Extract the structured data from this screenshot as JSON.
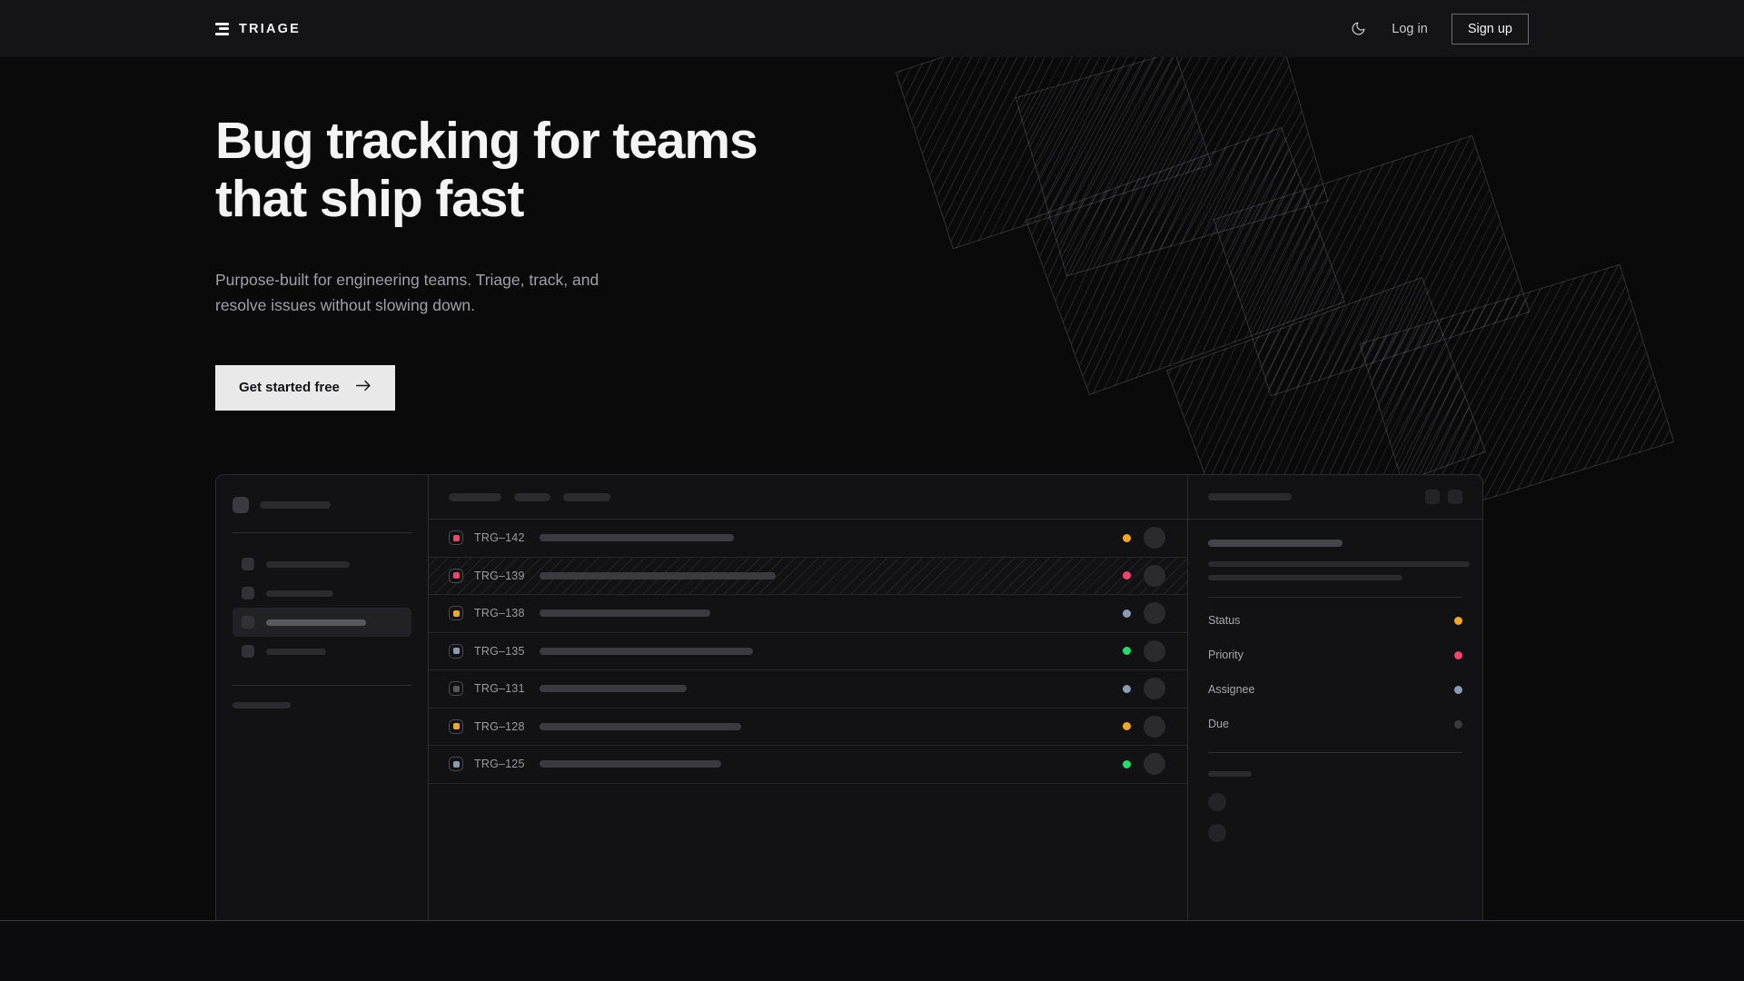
{
  "brand": {
    "name": "TRIAGE",
    "mark_icon": "stacked-bars-logo-icon"
  },
  "nav": {
    "theme_toggle_icon": "moon-icon",
    "login_label": "Log in",
    "signup_label": "Sign up"
  },
  "hero": {
    "headline_line1": "Bug tracking for teams",
    "headline_line2": "that ship fast",
    "subtext": "Purpose-built for engineering teams. Triage, track, and resolve issues without slowing down.",
    "cta_label": "Get started free",
    "cta_arrow_icon": "arrow-right-icon"
  },
  "colors": {
    "page_bg": "#0a0a0b",
    "topbar_bg": "#141416",
    "panel_bg": "#121214",
    "border": "#2d2d31",
    "text_primary": "#f4f4f5",
    "text_muted": "#a0a0a6",
    "accent_amber": "#f5a623",
    "accent_pink": "#f0436e",
    "accent_slate": "#8b9bb4",
    "accent_green": "#22dd6e",
    "accent_gray": "#4a4a50",
    "cta_bg": "#e9e9ea"
  },
  "mockup": {
    "sidebar": {
      "nav_items": [
        {
          "active": false
        },
        {
          "active": false
        },
        {
          "active": true
        },
        {
          "active": false
        }
      ],
      "tiny_dots": 3
    },
    "toolbar": {
      "filter_pills": [
        58,
        40,
        52
      ]
    },
    "issues": [
      {
        "id": "TRG–142",
        "priority_color": "#f0436e",
        "status_color": "#f5a623",
        "title_width": 214,
        "highlighted": false
      },
      {
        "id": "TRG–139",
        "priority_color": "#f0436e",
        "status_color": "#f0436e",
        "title_width": 260,
        "highlighted": true
      },
      {
        "id": "TRG–138",
        "priority_color": "#f5a623",
        "status_color": "#8b9bb4",
        "title_width": 188,
        "highlighted": false
      },
      {
        "id": "TRG–135",
        "priority_color": "#8b9bb4",
        "status_color": "#22dd6e",
        "title_width": 235,
        "highlighted": false
      },
      {
        "id": "TRG–131",
        "priority_color": "#55555c",
        "status_color": "#8b9bb4",
        "title_width": 162,
        "highlighted": false
      },
      {
        "id": "TRG–128",
        "priority_color": "#f5a623",
        "status_color": "#f5a623",
        "title_width": 222,
        "highlighted": false
      },
      {
        "id": "TRG–125",
        "priority_color": "#8b9bb4",
        "status_color": "#22dd6e",
        "title_width": 200,
        "highlighted": false
      }
    ],
    "detail": {
      "attributes": [
        {
          "label": "Status",
          "color": "#f5a623"
        },
        {
          "label": "Priority",
          "color": "#f0436e"
        },
        {
          "label": "Assignee",
          "color": "#8b9bb4"
        },
        {
          "label": "Due",
          "color": "#3a3a40"
        }
      ]
    }
  }
}
